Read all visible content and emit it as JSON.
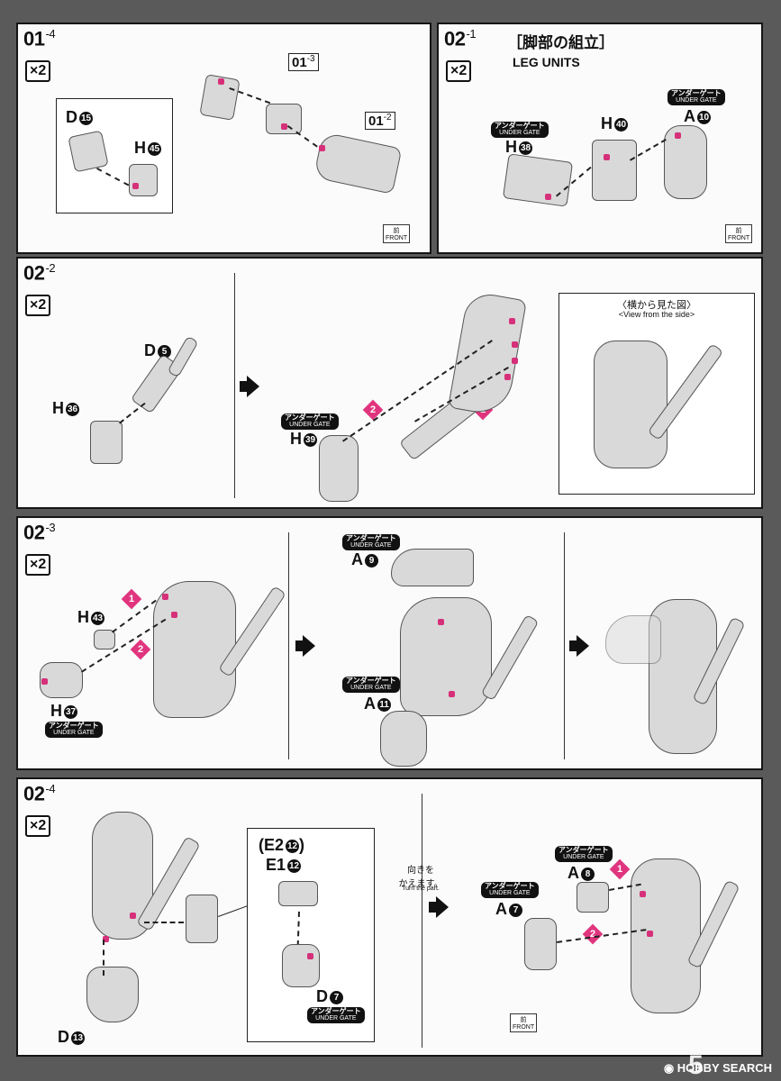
{
  "steps": {
    "s01_4": {
      "num": "01",
      "sub": "-4",
      "mult": "×2",
      "labels": {
        "d": "D",
        "d_n": "15",
        "h": "H",
        "h_n": "45",
        "p1": "01",
        "p1s": "-3",
        "p2": "01",
        "p2s": "-2"
      },
      "front": {
        "jp": "前",
        "en": "FRONT"
      }
    },
    "s02_1": {
      "num": "02",
      "sub": "-1",
      "title_jp": "［脚部の組立］",
      "title_en": "LEG UNITS",
      "mult": "×2",
      "labels": {
        "h1": "H",
        "h1_n": "38",
        "h2": "H",
        "h2_n": "40",
        "a": "A",
        "a_n": "10"
      },
      "front": {
        "jp": "前",
        "en": "FRONT"
      }
    },
    "s02_2": {
      "num": "02",
      "sub": "-2",
      "mult": "×2",
      "labels": {
        "d": "D",
        "d_n": "5",
        "h1": "H",
        "h1_n": "36",
        "h2": "H",
        "h2_n": "39"
      },
      "side_view": {
        "jp": "〈横から見た図〉",
        "en": "<View from the side>"
      },
      "badges": [
        "2",
        "1"
      ]
    },
    "s02_3": {
      "num": "02",
      "sub": "-3",
      "mult": "×2",
      "labels": {
        "h1": "H",
        "h1_n": "43",
        "h2": "H",
        "h2_n": "37",
        "a1": "A",
        "a1_n": "9",
        "a2": "A",
        "a2_n": "11"
      },
      "badges": [
        "1",
        "2"
      ]
    },
    "s02_4": {
      "num": "02",
      "sub": "-4",
      "mult": "×2",
      "labels": {
        "e2": "(E2",
        "e2_n": "12",
        "e2_close": ")",
        "e1": "E1",
        "e1_n": "12",
        "d1": "D",
        "d1_n": "7",
        "d2": "D",
        "d2_n": "13",
        "a1": "A",
        "a1_n": "8",
        "a2": "A",
        "a2_n": "7"
      },
      "turn": {
        "jp": "向きを\nかえます。",
        "en": "Turn the part."
      },
      "badges": [
        "1",
        "2"
      ],
      "front": {
        "jp": "前",
        "en": "FRONT"
      }
    }
  },
  "under_gate": {
    "jp": "アンダーゲート",
    "en": "UNDER GATE"
  },
  "footer": {
    "page": "5",
    "brand": "HOBBY SEARCH"
  }
}
